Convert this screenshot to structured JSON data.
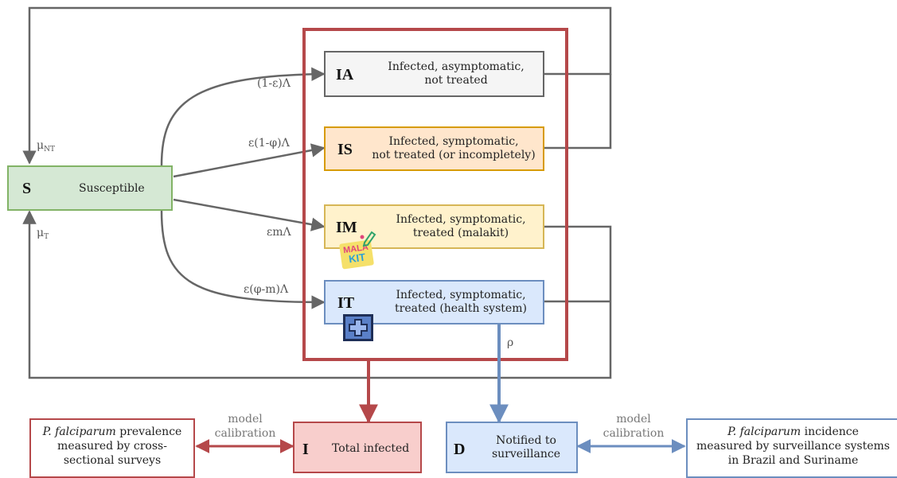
{
  "compartments": {
    "S": {
      "abbr": "S",
      "label": "Susceptible"
    },
    "IA": {
      "abbr": "IA",
      "line1": "Infected, asymptomatic,",
      "line2": "not treated"
    },
    "IS": {
      "abbr": "IS",
      "line1": "Infected, symptomatic,",
      "line2": "not treated (or incompletely)"
    },
    "IM": {
      "abbr": "IM",
      "line1": "Infected, symptomatic,",
      "line2": "treated (malakit)"
    },
    "IT": {
      "abbr": "IT",
      "line1": "Infected, symptomatic,",
      "line2": "treated (health system)"
    }
  },
  "outputs": {
    "I": {
      "abbr": "I",
      "label": "Total infected"
    },
    "D": {
      "abbr": "D",
      "line1": "Notified to",
      "line2": "surveillance"
    }
  },
  "data_sources": {
    "prevalence": {
      "species": "P. falciparum",
      "line1_rest": " prevalence",
      "line2": "measured by cross-",
      "line3": "sectional surveys"
    },
    "incidence": {
      "species": "P. falciparum",
      "line1_rest": " incidence",
      "line2": "measured by surveillance systems",
      "line3": "in Brazil and Suriname"
    }
  },
  "rates": {
    "to_IA": "(1-ε)Λ",
    "to_IS": "ε(1-φ)Λ",
    "to_IM": "εmΛ",
    "to_IT": "ε(φ-m)Λ",
    "mu_NT_base": "μ",
    "mu_NT_sub": "NT",
    "mu_T_base": "μ",
    "mu_T_sub": "T",
    "rho": "ρ"
  },
  "calibration": {
    "left": "model\ncalibration",
    "right": "model\ncalibration"
  },
  "icons": {
    "malakit_text_1": "MALA",
    "malakit_text_2": "KIT",
    "health": "plus-icon"
  },
  "colors": {
    "red": "#b5484a",
    "blue": "#6c8ebf",
    "gray": "#666666",
    "S_fill": "#d5e8d4",
    "S_stroke": "#82b366",
    "IA_fill": "#f5f5f5",
    "IA_stroke": "#666666",
    "IS_fill": "#ffe6cc",
    "IS_stroke": "#d79b00",
    "IM_fill": "#fff2cc",
    "IM_stroke": "#d6b656",
    "IT_fill": "#dae8fc",
    "IT_stroke": "#6c8ebf",
    "I_fill": "#f8cecc"
  }
}
